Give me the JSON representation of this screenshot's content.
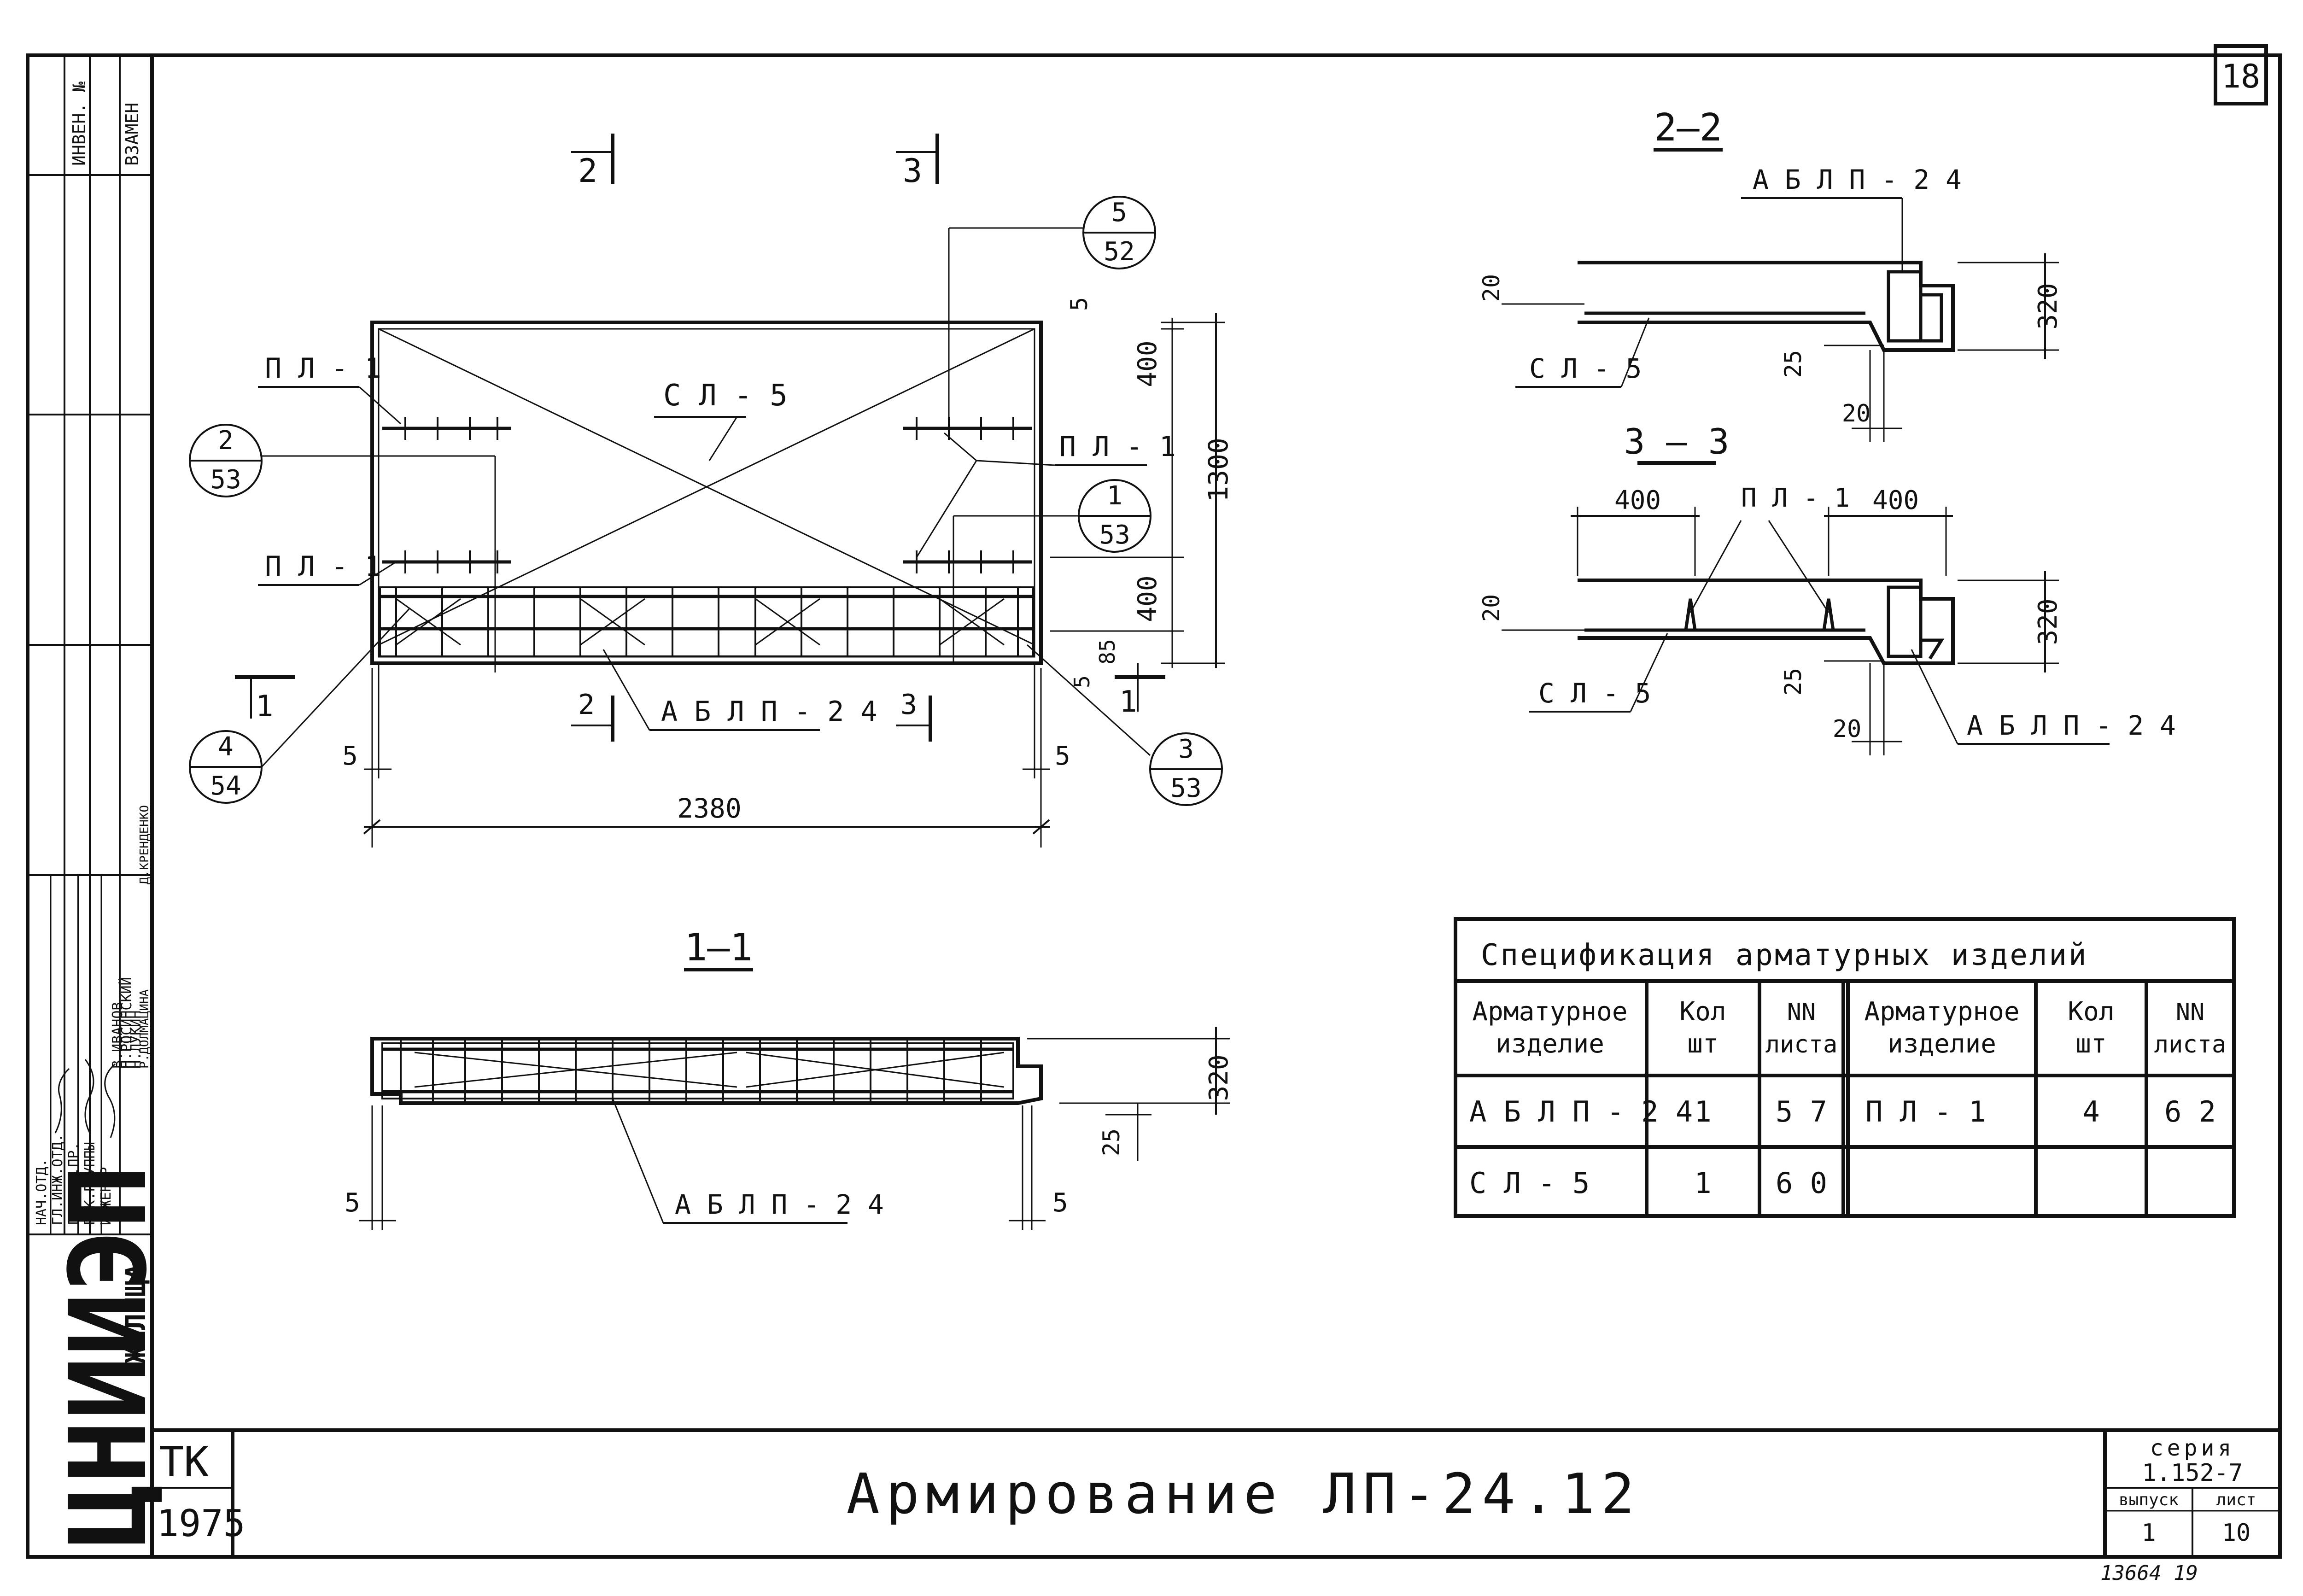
{
  "sheet": {
    "number": "18",
    "bottom_note": "13664   19"
  },
  "side_stamp": {
    "top": [
      "ИНВЕН. №",
      "ВЗАМЕН"
    ],
    "roles": [
      "НАЧ.ОТД.",
      "ГЛ.ИНЖ.ОТД.",
      "ГЛ.ИНЖ.ПР.",
      "РУК.ГРУППЫ",
      "ИНЖЕНЕР"
    ],
    "names": [
      "В.ИВАНОВ",
      "Н.РОСИНСКИЙ",
      "Н.ЛУКИН",
      "Р.ДОЛМАЦИНА",
      "Д.КРЕНДЕНКО"
    ],
    "org": "ЦНИИЭП",
    "org_sub": "ЖИЛИЩА"
  },
  "title_block": {
    "code": "ТК",
    "year": "1975",
    "title": "Армирование   ЛП-24.12",
    "series_label": "серия",
    "series": "1.152-7",
    "issue_label": "выпуск",
    "issue": "1",
    "sheet_label": "лист",
    "sheet": "10"
  },
  "plan_view": {
    "section_marks": [
      "2",
      "3",
      "1",
      "2",
      "3",
      "1"
    ],
    "labels": {
      "pl1_a": "П Л - 1",
      "pl1_b": "П Л - 1",
      "pl1_c": "П Л - 1",
      "sl5": "С Л - 5",
      "ablp": "А Б Л П - 2 4"
    },
    "callouts": [
      {
        "top": "5",
        "bottom": "52"
      },
      {
        "top": "2",
        "bottom": "53"
      },
      {
        "top": "1",
        "bottom": "53"
      },
      {
        "top": "4",
        "bottom": "54"
      },
      {
        "top": "3",
        "bottom": "53"
      }
    ],
    "dims": {
      "overall_width": "2380",
      "edge_left": "5",
      "edge_right": "5",
      "height": "1300",
      "upper": "400",
      "lower": "400",
      "top_gap": "5",
      "bot_gap": "85",
      "bot_gap2": "5"
    }
  },
  "section_1_1": {
    "title": "1—1",
    "label": "А Б Л П - 2 4",
    "dims": {
      "height": "320",
      "step": "25",
      "left": "5",
      "right": "5"
    }
  },
  "section_2_2": {
    "title": "2—2",
    "label_top": "А Б Л П - 2 4",
    "label_left": "С Л - 5",
    "dims": {
      "h": "320",
      "top": "20",
      "step": "25",
      "bottom": "20"
    }
  },
  "section_3_3": {
    "title": "3 — 3",
    "label_top": "П Л - 1",
    "label_left": "С Л - 5",
    "label_right": "А Б Л П - 2 4",
    "dims": {
      "left": "400",
      "right": "400",
      "h": "320",
      "top": "20",
      "step": "25",
      "bottom": "20"
    }
  },
  "specification": {
    "title": "Спецификация   арматурных   изделий",
    "headers": [
      "Арматурное изделие",
      "Кол шт",
      "NN листа",
      "Арматурное изделие",
      "Кол шт",
      "NN листа"
    ],
    "rows": [
      [
        "А Б Л П - 2 4",
        "1",
        "5 7",
        "П Л - 1",
        "4",
        "6 2"
      ],
      [
        "С Л - 5",
        "1",
        "6 0",
        "",
        "",
        ""
      ]
    ]
  }
}
